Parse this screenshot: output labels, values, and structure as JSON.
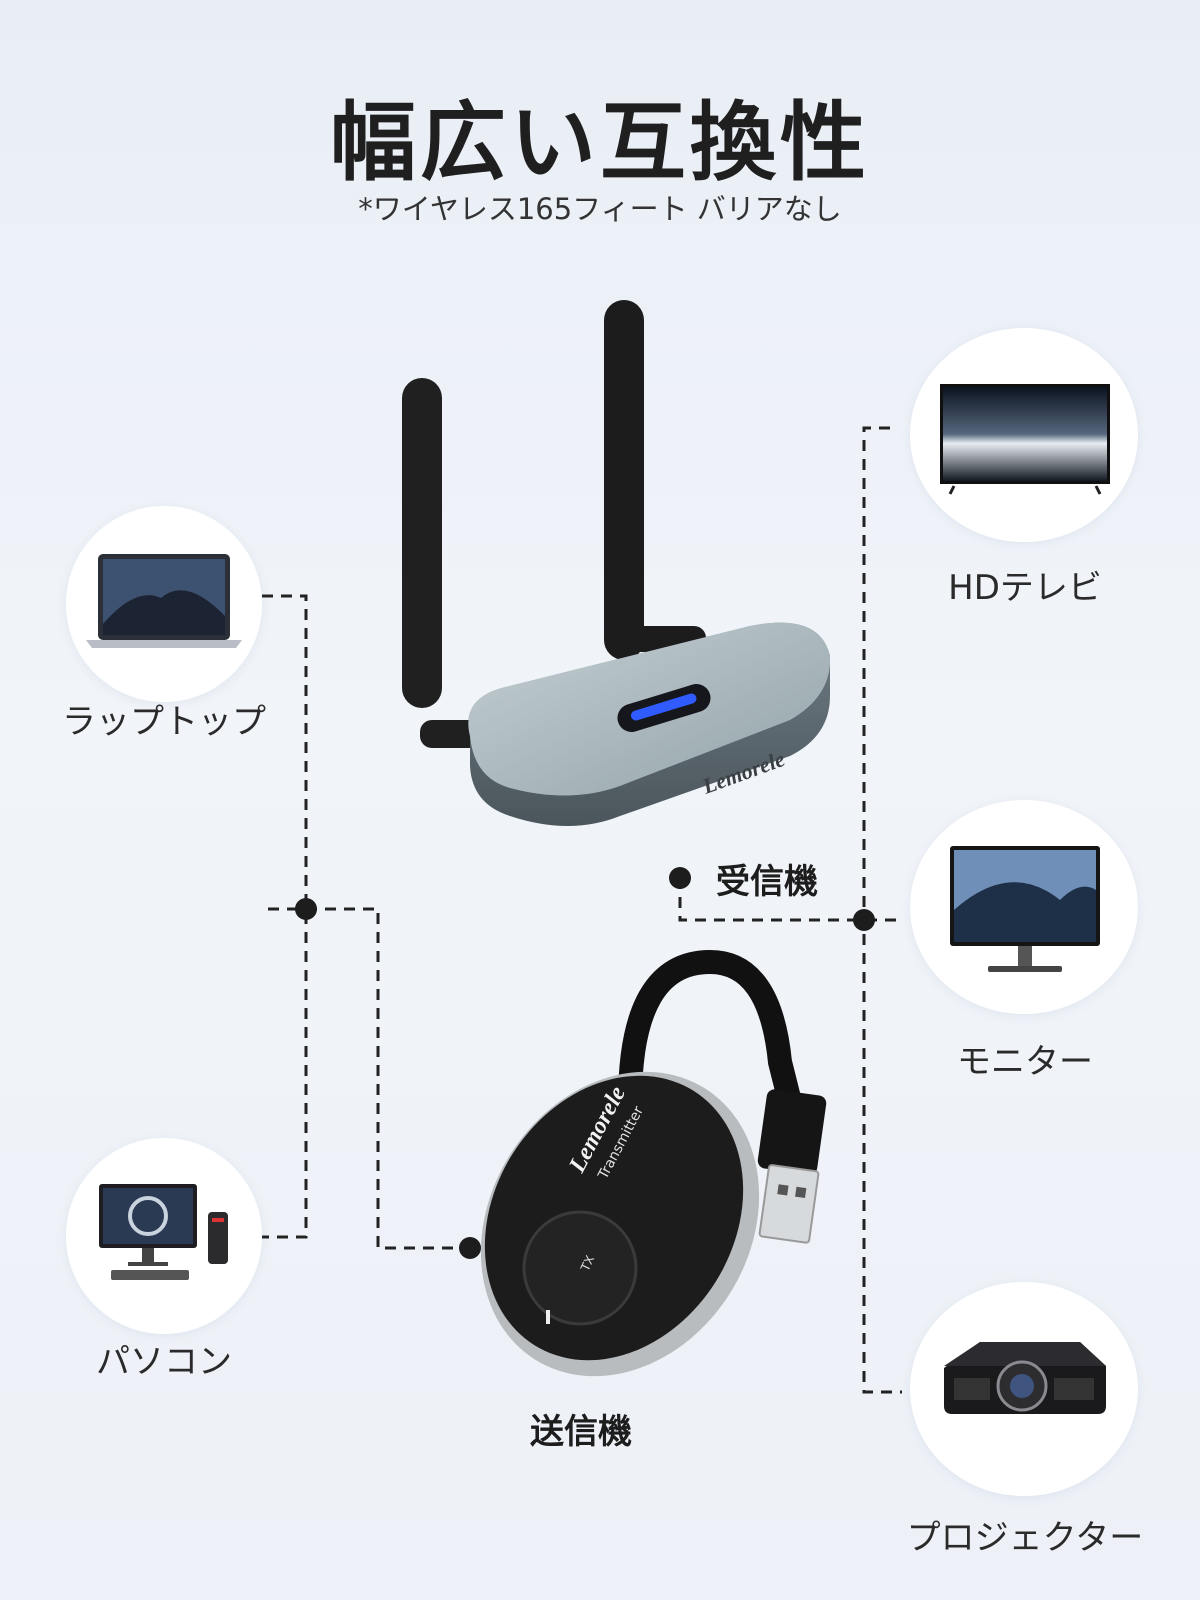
{
  "header": {
    "title": "幅広い互換性",
    "subtitle": "*ワイヤレス165フィート バリアなし"
  },
  "products": {
    "receiver_label": "受信機",
    "transmitter_label": "送信機",
    "brand": "Lemorele",
    "transmitter_text": "Transmitter",
    "tx_mark": "TX"
  },
  "sources": [
    {
      "label": "ラップトップ",
      "icon": "laptop-icon"
    },
    {
      "label": "パソコン",
      "icon": "desktop-pc-icon"
    }
  ],
  "displays": [
    {
      "label": "HDテレビ",
      "icon": "tv-icon"
    },
    {
      "label": "モニター",
      "icon": "monitor-icon"
    },
    {
      "label": "プロジェクター",
      "icon": "projector-icon"
    }
  ],
  "colors": {
    "background": "#eaeff6",
    "line": "#222222",
    "receiver_body": "#a9b6bb",
    "transmitter_body": "#1c1c1c",
    "indicator_light": "#2f5bff"
  }
}
